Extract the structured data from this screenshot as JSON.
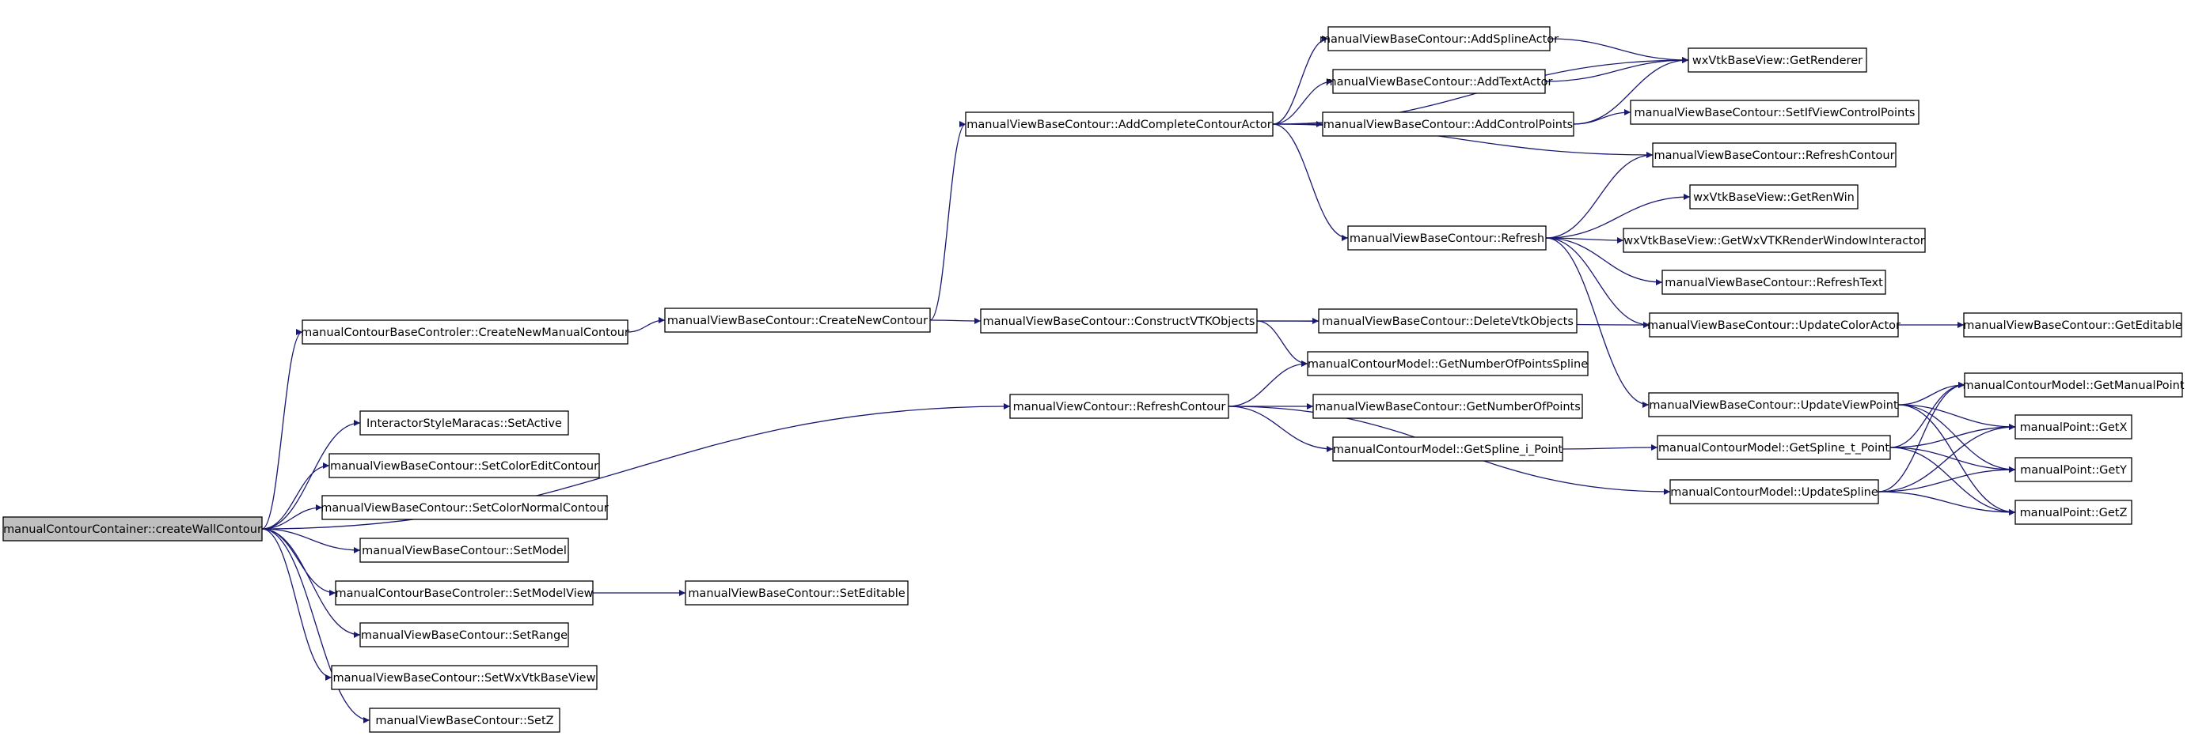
{
  "graph": {
    "edge_color": "#191970",
    "root_fill": "#bfbfbf",
    "nodes": [
      {
        "id": "root",
        "label": "manualContourContainer::createWallContour",
        "root": true
      },
      {
        "id": "cnmc",
        "label": "manualContourBaseControler::CreateNewManualContour"
      },
      {
        "id": "isma",
        "label": "InteractorStyleMaracas::SetActive"
      },
      {
        "id": "scec",
        "label": "manualViewBaseContour::SetColorEditContour"
      },
      {
        "id": "scnc",
        "label": "manualViewBaseContour::SetColorNormalContour"
      },
      {
        "id": "sm",
        "label": "manualViewBaseContour::SetModel"
      },
      {
        "id": "smv",
        "label": "manualContourBaseControler::SetModelView"
      },
      {
        "id": "sr",
        "label": "manualViewBaseContour::SetRange"
      },
      {
        "id": "swx",
        "label": "manualViewBaseContour::SetWxVtkBaseView"
      },
      {
        "id": "sz",
        "label": "manualViewBaseContour::SetZ"
      },
      {
        "id": "se",
        "label": "manualViewBaseContour::SetEditable"
      },
      {
        "id": "cnc",
        "label": "manualViewBaseContour::CreateNewContour"
      },
      {
        "id": "vrc",
        "label": "manualViewContour::RefreshContour"
      },
      {
        "id": "acca",
        "label": "manualViewBaseContour::AddCompleteContourActor"
      },
      {
        "id": "cvtk",
        "label": "manualViewBaseContour::ConstructVTKObjects"
      },
      {
        "id": "asa",
        "label": "manualViewBaseContour::AddSplineActor"
      },
      {
        "id": "ata",
        "label": "manualViewBaseContour::AddTextActor"
      },
      {
        "id": "acp",
        "label": "manualViewBaseContour::AddControlPoints"
      },
      {
        "id": "ref",
        "label": "manualViewBaseContour::Refresh"
      },
      {
        "id": "dvo",
        "label": "manualViewBaseContour::DeleteVtkObjects"
      },
      {
        "id": "gnps",
        "label": "manualContourModel::GetNumberOfPointsSpline"
      },
      {
        "id": "gnp",
        "label": "manualViewBaseContour::GetNumberOfPoints"
      },
      {
        "id": "gsip",
        "label": "manualContourModel::GetSpline_i_Point"
      },
      {
        "id": "grend",
        "label": "wxVtkBaseView::GetRenderer"
      },
      {
        "id": "sivcp",
        "label": "manualViewBaseContour::SetIfViewControlPoints"
      },
      {
        "id": "rc",
        "label": "manualViewBaseContour::RefreshContour"
      },
      {
        "id": "grw",
        "label": "wxVtkBaseView::GetRenWin"
      },
      {
        "id": "gwx",
        "label": "wxVtkBaseView::GetWxVTKRenderWindowInteractor"
      },
      {
        "id": "rt",
        "label": "manualViewBaseContour::RefreshText"
      },
      {
        "id": "uca",
        "label": "manualViewBaseContour::UpdateColorActor"
      },
      {
        "id": "uvp",
        "label": "manualViewBaseContour::UpdateViewPoint"
      },
      {
        "id": "gstp",
        "label": "manualContourModel::GetSpline_t_Point"
      },
      {
        "id": "us",
        "label": "manualContourModel::UpdateSpline"
      },
      {
        "id": "ge",
        "label": "manualViewBaseContour::GetEditable"
      },
      {
        "id": "gmp",
        "label": "manualContourModel::GetManualPoint"
      },
      {
        "id": "gx",
        "label": "manualPoint::GetX"
      },
      {
        "id": "gy",
        "label": "manualPoint::GetY"
      },
      {
        "id": "gz",
        "label": "manualPoint::GetZ"
      }
    ],
    "edges": [
      [
        "root",
        "cnmc"
      ],
      [
        "root",
        "vrc"
      ],
      [
        "root",
        "isma"
      ],
      [
        "root",
        "scec"
      ],
      [
        "root",
        "scnc"
      ],
      [
        "root",
        "sm"
      ],
      [
        "root",
        "smv"
      ],
      [
        "root",
        "sr"
      ],
      [
        "root",
        "swx"
      ],
      [
        "root",
        "sz"
      ],
      [
        "cnmc",
        "cnc"
      ],
      [
        "smv",
        "se"
      ],
      [
        "cnc",
        "acca"
      ],
      [
        "cnc",
        "cvtk"
      ],
      [
        "acca",
        "asa"
      ],
      [
        "acca",
        "ata"
      ],
      [
        "acca",
        "acp"
      ],
      [
        "acca",
        "grend"
      ],
      [
        "acca",
        "rc"
      ],
      [
        "acca",
        "ref"
      ],
      [
        "asa",
        "grend"
      ],
      [
        "ata",
        "grend"
      ],
      [
        "acp",
        "grend"
      ],
      [
        "acp",
        "sivcp"
      ],
      [
        "cvtk",
        "dvo"
      ],
      [
        "cvtk",
        "gnps"
      ],
      [
        "cvtk",
        "uca"
      ],
      [
        "ref",
        "rc"
      ],
      [
        "ref",
        "grw"
      ],
      [
        "ref",
        "gwx"
      ],
      [
        "ref",
        "rt"
      ],
      [
        "ref",
        "uca"
      ],
      [
        "ref",
        "uvp"
      ],
      [
        "uca",
        "ge"
      ],
      [
        "vrc",
        "gnps"
      ],
      [
        "vrc",
        "gnp"
      ],
      [
        "vrc",
        "gsip"
      ],
      [
        "vrc",
        "us"
      ],
      [
        "gsip",
        "gstp"
      ],
      [
        "uvp",
        "gmp"
      ],
      [
        "uvp",
        "gx"
      ],
      [
        "uvp",
        "gy"
      ],
      [
        "uvp",
        "gz"
      ],
      [
        "gstp",
        "gmp"
      ],
      [
        "gstp",
        "gx"
      ],
      [
        "gstp",
        "gy"
      ],
      [
        "gstp",
        "gz"
      ],
      [
        "us",
        "gmp"
      ],
      [
        "us",
        "gx"
      ],
      [
        "us",
        "gy"
      ],
      [
        "us",
        "gz"
      ]
    ]
  }
}
